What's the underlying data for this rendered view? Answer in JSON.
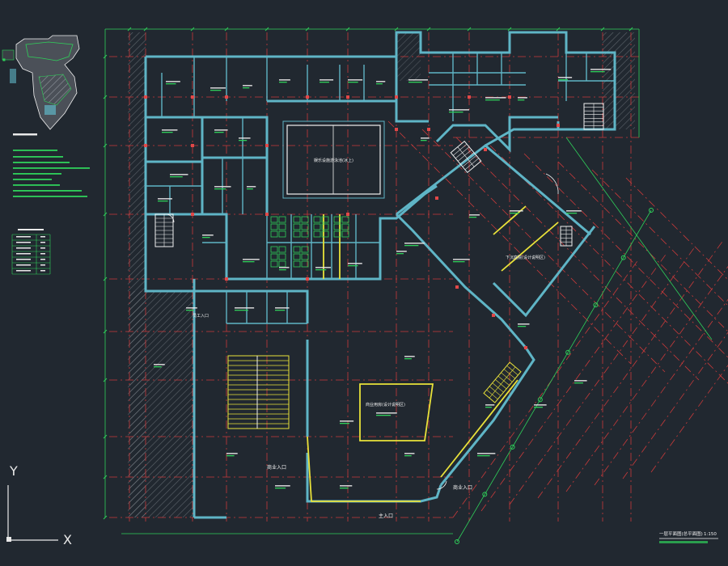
{
  "ucs": {
    "x_label": "X",
    "y_label": "Y"
  },
  "colors": {
    "background": "#212830",
    "wall": "#5fb5c6",
    "grid": "#c83a3a",
    "hatch": "#9aa0a6",
    "text": "#e9e9e9",
    "green": "#2fd05a",
    "yellow": "#e9e23a",
    "white": "#f0f0f0"
  },
  "labels": {
    "pool": "娱乐设施游泳池(冰上)",
    "main_hall": "下沉庭院(设计说明区)",
    "entrance_a": "员工入口",
    "entrance_b": "商业入口",
    "entrance_c": "主入口",
    "entrance_d": "商业入口",
    "retail": "商业用房(设计说明区)",
    "sheet_title": "一层平面图(总平面图)",
    "sheet_scale": "1:150"
  }
}
